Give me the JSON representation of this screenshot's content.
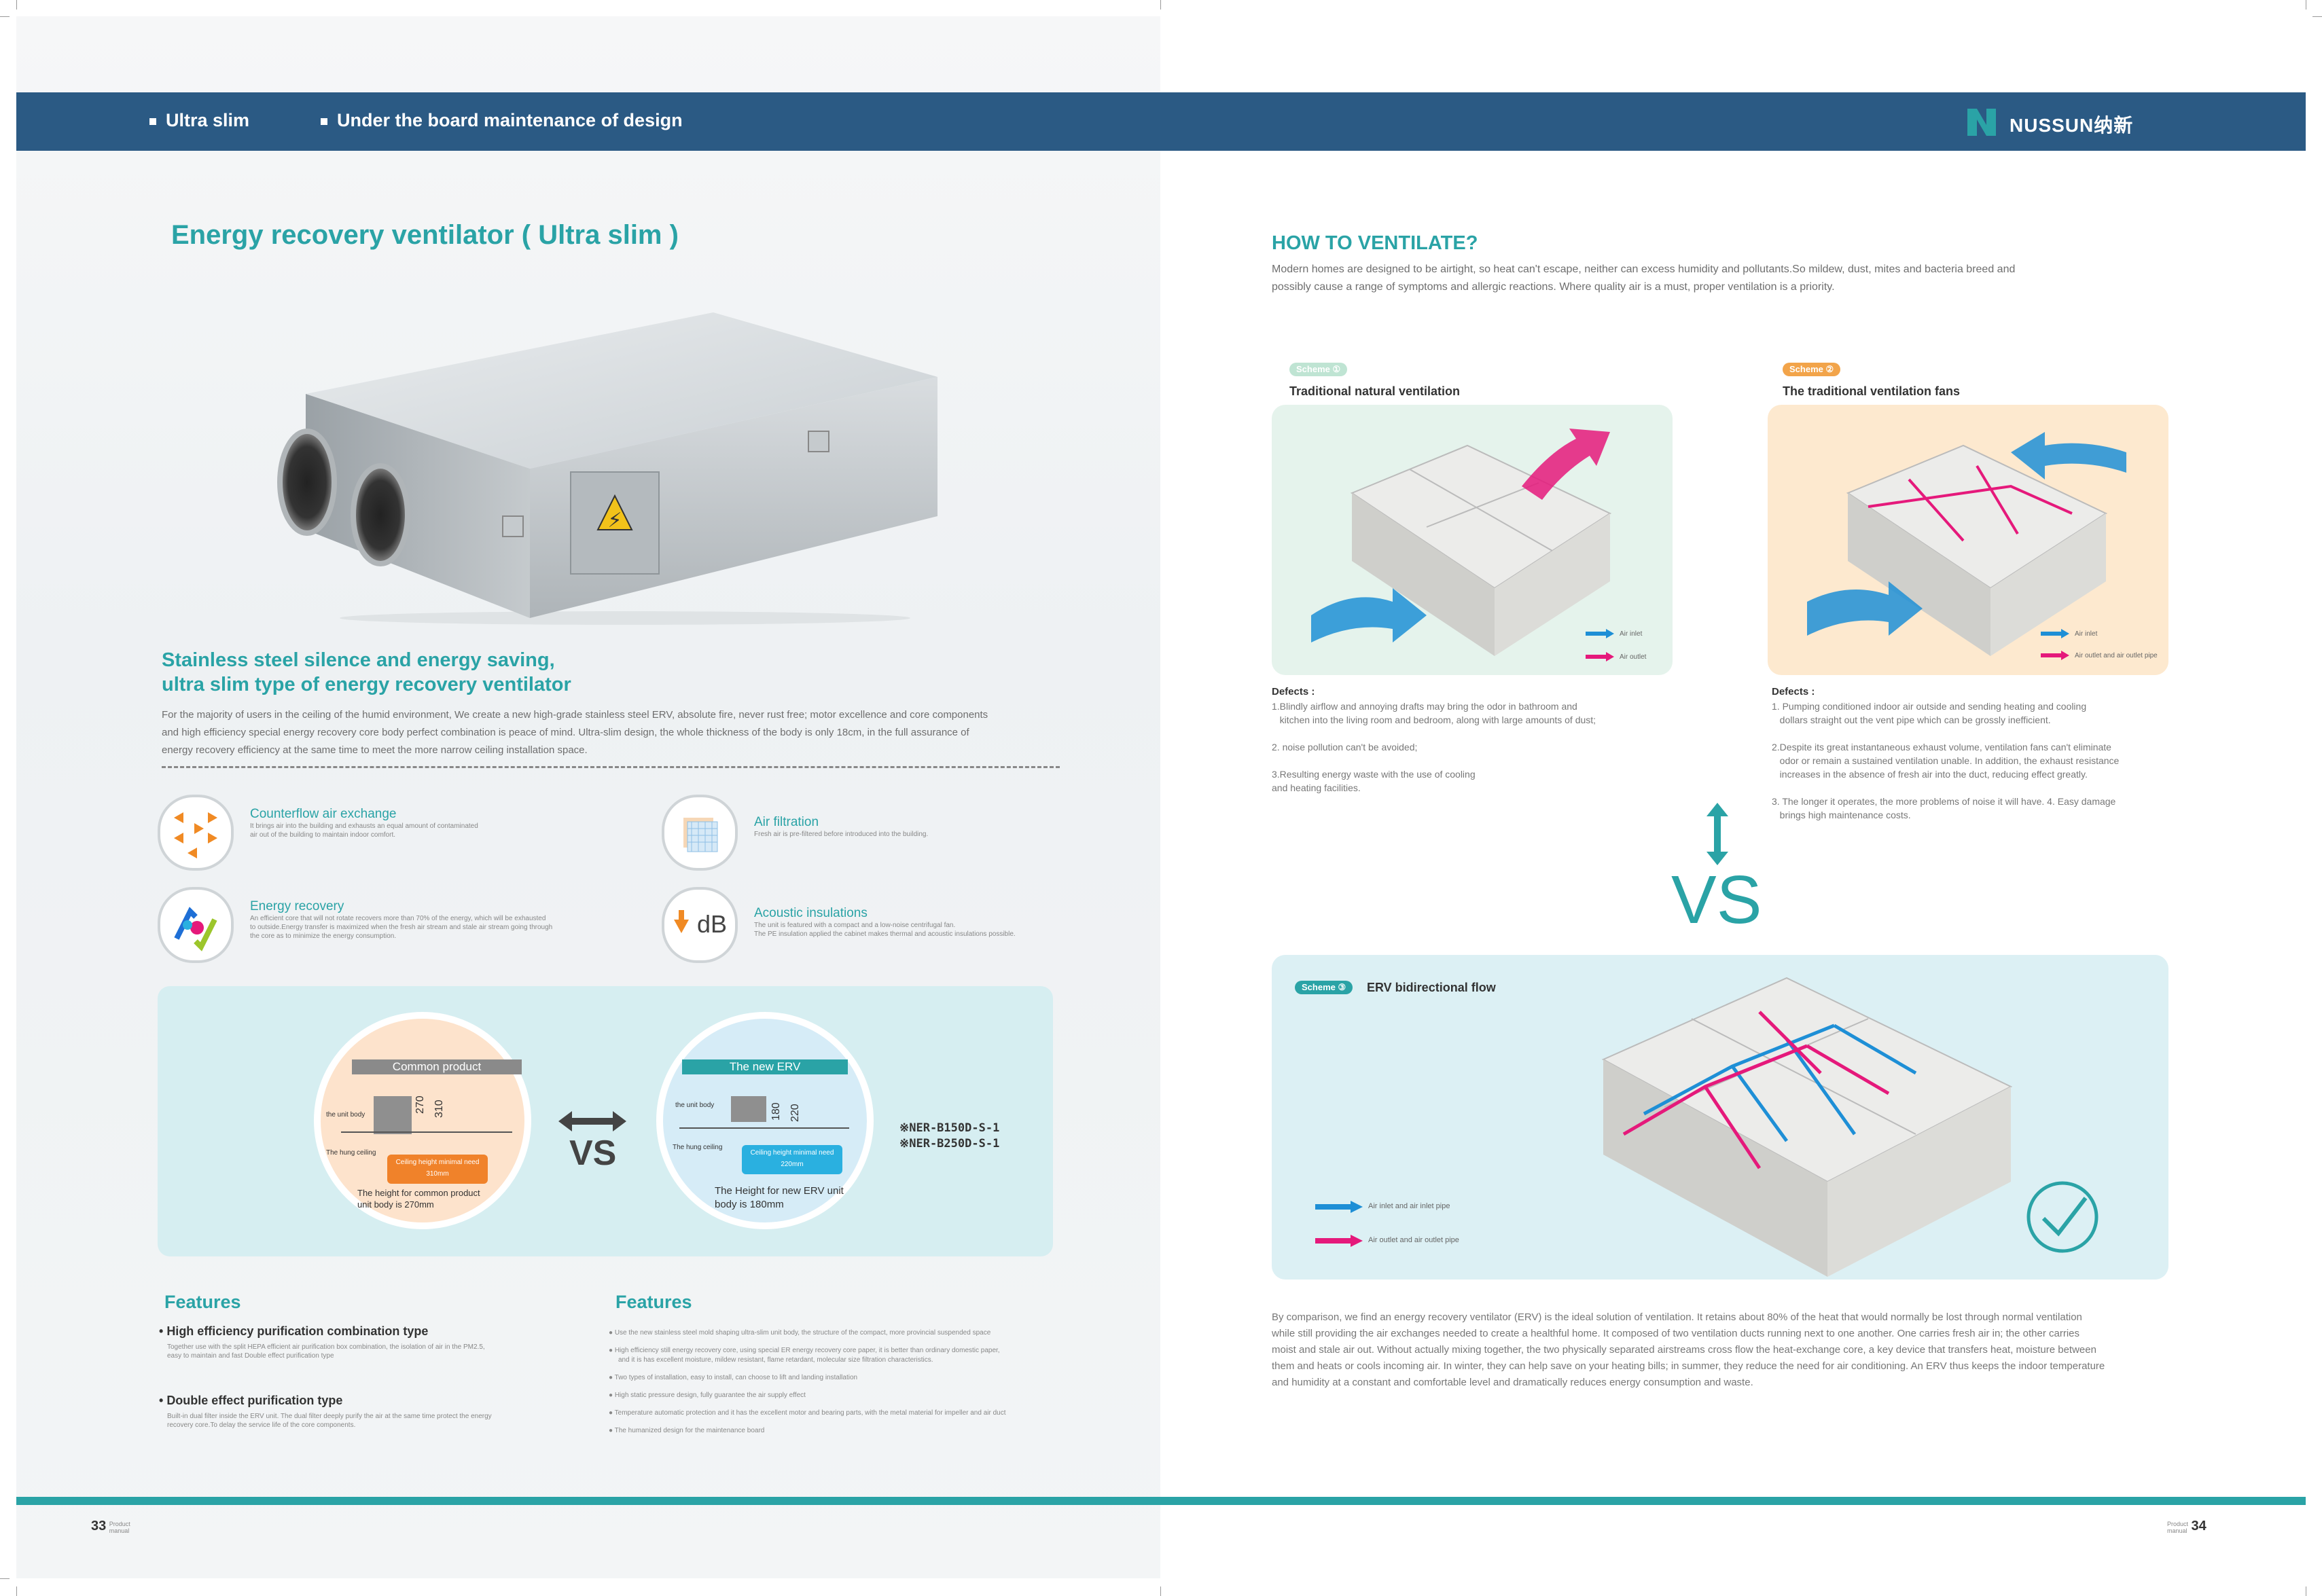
{
  "header": {
    "item1": "Ultra slim",
    "item2": "Under the board maintenance of design",
    "brand": "NUSSUN纳新"
  },
  "left": {
    "title": "Energy recovery ventilator ( Ultra slim  )",
    "subtitle_line1": "Stainless steel silence and energy saving,",
    "subtitle_line2": "ultra slim type of energy recovery ventilator",
    "intro_line1": "For the majority of users in the ceiling of the humid environment, We create a new high-grade stainless steel ERV, absolute fire, never rust free; motor excellence and core components",
    "intro_line2": "and high efficiency special energy recovery core body perfect combination is peace of mind. Ultra-slim design, the whole thickness of the body is only 18cm, in the full assurance of",
    "intro_line3": "energy recovery efficiency at the same time to meet the more narrow ceiling installation space.",
    "features": [
      {
        "title": "Counterflow air exchange",
        "desc1": "It brings air into the building and exhausts an equal amount of contaminated",
        "desc2": "air out of the building to maintain indoor comfort.",
        "desc3": ""
      },
      {
        "title": "Air filtration",
        "desc1": "Fresh air is pre-filtered before introduced into the building.",
        "desc2": "",
        "desc3": ""
      },
      {
        "title": "Energy recovery",
        "desc1": "An efficient core that will not rotate recovers more than 70% of the energy, which will be exhausted",
        "desc2": "to outside.Energy transfer is maximized when the fresh air stream and stale air stream going through",
        "desc3": "the core as to minimize the energy consumption."
      },
      {
        "title": "Acoustic insulations",
        "desc1": "The unit is featured with a compact and a low-noise centrifugal fan.",
        "desc2": "The PE insulation applied the cabinet makes  thermal and acoustic insulations possible.",
        "desc3": ""
      }
    ],
    "db_icon_text": "dB",
    "comparison": {
      "common_label": "Common product",
      "new_label": "The new ERV",
      "unit_body": "the unit body",
      "hung_ceiling": "The hung ceiling",
      "common_dim1": "270",
      "common_dim2": "310",
      "new_dim1": "180",
      "new_dim2": "220",
      "common_need1": "Ceiling height minimal need",
      "common_need2": "310mm",
      "new_need1": "Ceiling height minimal need",
      "new_need2": "220mm",
      "common_caption1": "The height for common product",
      "common_caption2": "unit body is 270mm",
      "new_caption1": "The Height for new ERV unit",
      "new_caption2": "body is 180mm",
      "vs": "VS",
      "model1": "※NER-B150D-S-1",
      "model2": "※NER-B250D-S-1"
    },
    "features_heading": "Features",
    "bullet1_title": "High efficiency purification combination type",
    "bullet1_desc1": "Together use with the split HEPA efficient air purification box combination, the isolation of air in the PM2.5,",
    "bullet1_desc2": "easy to maintain and fast Double effect purification type",
    "bullet2_title": "Double effect purification type",
    "bullet2_desc1": "Built-in dual filter inside the ERV unit. The dual filter deeply purify the air at the same time protect the energy",
    "bullet2_desc2": "recovery core.To delay the service life of the core components.",
    "features2_heading": "Features",
    "features2": [
      "Use the new stainless steel mold shaping ultra-slim unit body, the structure of the compact, more provincial suspended space",
      "High efficiency still energy recovery core, using special ER energy recovery core paper, it is better than ordinary domestic paper,",
      "and it is has excellent moisture, mildew resistant, flame retardant, molecular size filtration characteristics.",
      "Two types of installation, easy to install, can choose to lift and landing installation",
      "High static pressure design, fully guarantee the air supply effect",
      "Temperature automatic protection and it has the excellent motor and bearing parts, with the metal material for impeller and air duct",
      "The humanized design for the maintenance board"
    ],
    "page_num": "33",
    "page_word1": "Product",
    "page_word2": "manual"
  },
  "right": {
    "title": "HOW TO VENTILATE?",
    "intro_line1": "Modern homes are designed to be airtight, so heat can't escape, neither can excess humidity and pollutants.So mildew, dust, mites and bacteria breed and",
    "intro_line2": "possibly cause a range of symptoms and allergic reactions. Where quality air is a must, proper ventilation is a priority.",
    "scheme_word": "Scheme",
    "scheme1_num": "①",
    "scheme2_num": "②",
    "scheme3_num": "③",
    "scheme1_title": "Traditional natural ventilation",
    "scheme2_title": "The traditional ventilation fans",
    "scheme3_title": "ERV bidirectional flow",
    "legend1_in": "Air inlet",
    "legend1_out": "Air outlet",
    "legend2_in": "Air inlet",
    "legend2_out": "Air outlet and air outlet pipe",
    "legend3_in": "Air inlet and air inlet pipe",
    "legend3_out": "Air outlet and air outlet pipe",
    "defects_label": "Defects :",
    "defects1": [
      "1.Blindly airflow and annoying drafts may bring the odor in bathroom and",
      "   kitchen into the living room and bedroom, along with large amounts of dust;",
      "2. noise pollution can't be avoided;",
      "3.Resulting energy waste with the use of cooling",
      "and heating facilities."
    ],
    "defects2": [
      "1. Pumping conditioned indoor air outside and sending heating and cooling",
      "   dollars straight out the vent pipe which can be grossly inefficient.",
      "2.Despite its great instantaneous exhaust volume, ventilation fans can't eliminate",
      "   odor or remain a sustained ventilation unable. In addition, the exhaust resistance",
      "   increases in the absence of fresh air into the duct, reducing effect greatly.",
      "3. The longer it operates, the more problems of noise it will have. 4. Easy damage",
      "   brings high maintenance costs."
    ],
    "vs": "VS",
    "conclusion": [
      "By comparison, we find an energy recovery ventilator (ERV) is the ideal solution of ventilation. It retains about 80% of the heat that would normally be lost through normal ventilation",
      "while still providing the air exchanges needed to create a healthful home. It composed of two ventilation ducts running next to one another. One carries fresh air in; the other carries",
      "moist and stale air out. Without actually mixing together, the two physically separated airstreams cross flow the heat-exchange core, a key device that transfers heat, moisture between",
      "them and heats or cools incoming air. In winter, they can help save on your heating bills; in summer, they reduce the need for air conditioning. An ERV thus keeps the indoor temperature",
      "and humidity at a constant and comfortable level and dramatically reduces energy consumption and waste."
    ],
    "page_num": "34",
    "page_word1": "Product",
    "page_word2": "manual"
  },
  "colors": {
    "header_blue": "#2b5a84",
    "teal": "#2aa3a6",
    "blue_arrow": "#1e8fd6",
    "magenta_arrow": "#e5197b",
    "orange_badge": "#f2a44a",
    "green_badge": "#bfe4d3"
  }
}
